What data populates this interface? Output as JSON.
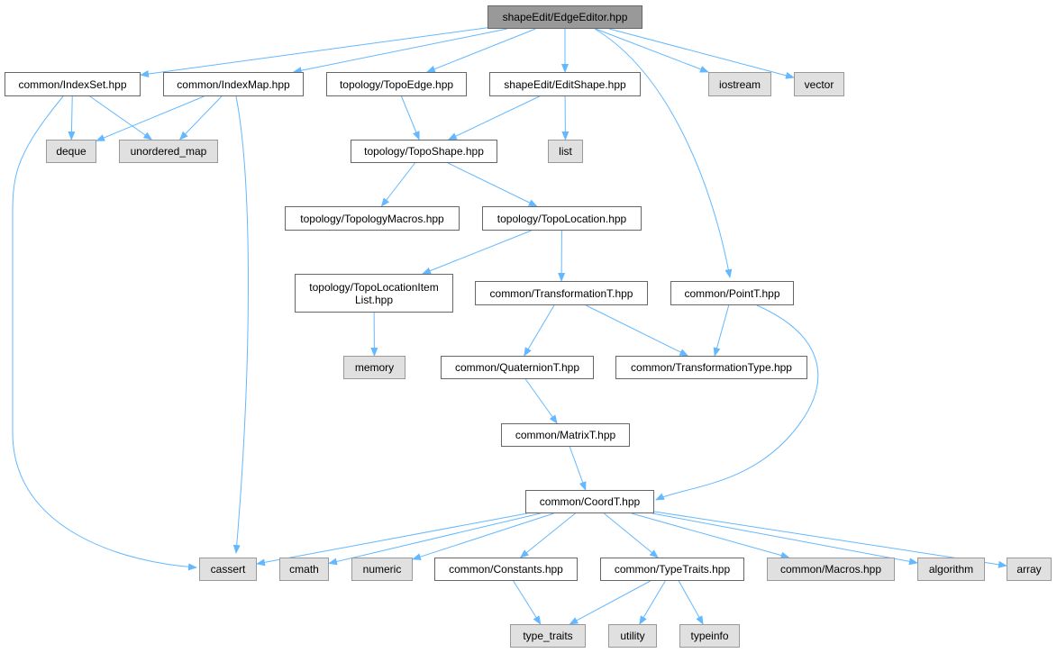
{
  "colors": {
    "edge": "#63b8ff",
    "external_fill": "#e0e0e0",
    "root_fill": "#999999"
  },
  "nodes": [
    {
      "id": "EdgeEditor",
      "label": "shapeEdit/EdgeEditor.hpp",
      "kind": "root"
    },
    {
      "id": "IndexSet",
      "label": "common/IndexSet.hpp",
      "kind": "file"
    },
    {
      "id": "IndexMap",
      "label": "common/IndexMap.hpp",
      "kind": "file"
    },
    {
      "id": "TopoEdge",
      "label": "topology/TopoEdge.hpp",
      "kind": "file"
    },
    {
      "id": "EditShape",
      "label": "shapeEdit/EditShape.hpp",
      "kind": "file"
    },
    {
      "id": "iostream",
      "label": "iostream",
      "kind": "ext"
    },
    {
      "id": "vector",
      "label": "vector",
      "kind": "ext"
    },
    {
      "id": "deque",
      "label": "deque",
      "kind": "ext"
    },
    {
      "id": "unordered_map",
      "label": "unordered_map",
      "kind": "ext"
    },
    {
      "id": "TopoShape",
      "label": "topology/TopoShape.hpp",
      "kind": "file"
    },
    {
      "id": "list",
      "label": "list",
      "kind": "ext"
    },
    {
      "id": "TopologyMacros",
      "label": "topology/TopologyMacros.hpp",
      "kind": "file"
    },
    {
      "id": "TopoLocation",
      "label": "topology/TopoLocation.hpp",
      "kind": "file"
    },
    {
      "id": "TopoLocationItemList",
      "label": "topology/TopoLocationItem\nList.hpp",
      "kind": "file"
    },
    {
      "id": "TransformationT",
      "label": "common/TransformationT.hpp",
      "kind": "file"
    },
    {
      "id": "PointT",
      "label": "common/PointT.hpp",
      "kind": "file"
    },
    {
      "id": "memory",
      "label": "memory",
      "kind": "ext"
    },
    {
      "id": "QuaternionT",
      "label": "common/QuaternionT.hpp",
      "kind": "file"
    },
    {
      "id": "TransformationType",
      "label": "common/TransformationType.hpp",
      "kind": "file"
    },
    {
      "id": "MatrixT",
      "label": "common/MatrixT.hpp",
      "kind": "file"
    },
    {
      "id": "CoordT",
      "label": "common/CoordT.hpp",
      "kind": "file"
    },
    {
      "id": "cassert",
      "label": "cassert",
      "kind": "ext"
    },
    {
      "id": "cmath",
      "label": "cmath",
      "kind": "ext"
    },
    {
      "id": "numeric",
      "label": "numeric",
      "kind": "ext"
    },
    {
      "id": "Constants",
      "label": "common/Constants.hpp",
      "kind": "file"
    },
    {
      "id": "TypeTraits",
      "label": "common/TypeTraits.hpp",
      "kind": "file"
    },
    {
      "id": "Macros",
      "label": "common/Macros.hpp",
      "kind": "ext"
    },
    {
      "id": "algorithm",
      "label": "algorithm",
      "kind": "ext"
    },
    {
      "id": "array",
      "label": "array",
      "kind": "ext"
    },
    {
      "id": "type_traits",
      "label": "type_traits",
      "kind": "ext"
    },
    {
      "id": "utility",
      "label": "utility",
      "kind": "ext"
    },
    {
      "id": "typeinfo",
      "label": "typeinfo",
      "kind": "ext"
    }
  ],
  "edges": [
    [
      "EdgeEditor",
      "IndexSet"
    ],
    [
      "EdgeEditor",
      "IndexMap"
    ],
    [
      "EdgeEditor",
      "TopoEdge"
    ],
    [
      "EdgeEditor",
      "EditShape"
    ],
    [
      "EdgeEditor",
      "iostream"
    ],
    [
      "EdgeEditor",
      "vector"
    ],
    [
      "EdgeEditor",
      "PointT"
    ],
    [
      "IndexSet",
      "deque"
    ],
    [
      "IndexSet",
      "unordered_map"
    ],
    [
      "IndexSet",
      "cassert"
    ],
    [
      "IndexMap",
      "deque"
    ],
    [
      "IndexMap",
      "unordered_map"
    ],
    [
      "IndexMap",
      "cassert"
    ],
    [
      "TopoEdge",
      "TopoShape"
    ],
    [
      "EditShape",
      "TopoShape"
    ],
    [
      "EditShape",
      "list"
    ],
    [
      "TopoShape",
      "TopologyMacros"
    ],
    [
      "TopoShape",
      "TopoLocation"
    ],
    [
      "TopoLocation",
      "TopoLocationItemList"
    ],
    [
      "TopoLocation",
      "TransformationT"
    ],
    [
      "TopoLocationItemList",
      "memory"
    ],
    [
      "TransformationT",
      "QuaternionT"
    ],
    [
      "TransformationT",
      "TransformationType"
    ],
    [
      "PointT",
      "TransformationType"
    ],
    [
      "PointT",
      "CoordT"
    ],
    [
      "QuaternionT",
      "MatrixT"
    ],
    [
      "MatrixT",
      "CoordT"
    ],
    [
      "CoordT",
      "cassert"
    ],
    [
      "CoordT",
      "cmath"
    ],
    [
      "CoordT",
      "numeric"
    ],
    [
      "CoordT",
      "Constants"
    ],
    [
      "CoordT",
      "TypeTraits"
    ],
    [
      "CoordT",
      "Macros"
    ],
    [
      "CoordT",
      "algorithm"
    ],
    [
      "CoordT",
      "array"
    ],
    [
      "Constants",
      "type_traits"
    ],
    [
      "TypeTraits",
      "type_traits"
    ],
    [
      "TypeTraits",
      "utility"
    ],
    [
      "TypeTraits",
      "typeinfo"
    ]
  ]
}
